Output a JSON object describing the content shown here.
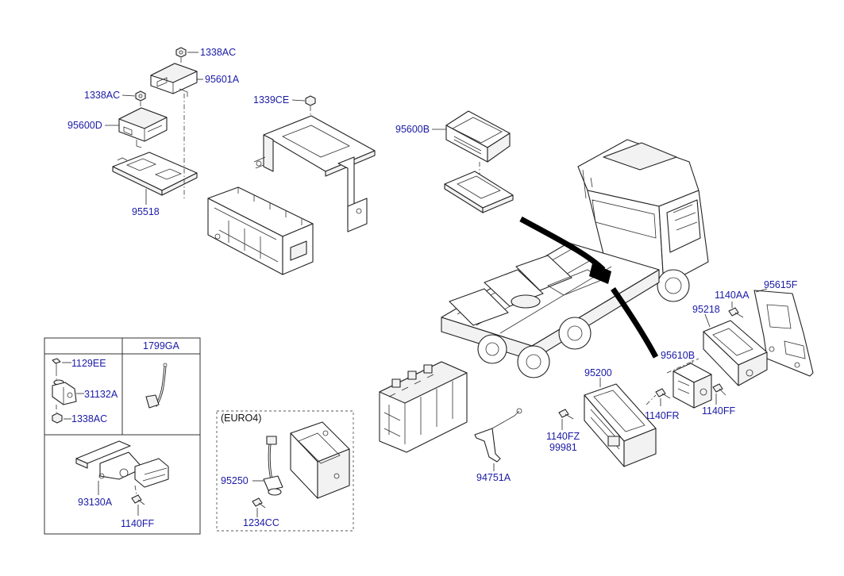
{
  "labels": {
    "p1338AC_top": "1338AC",
    "p95601A": "95601A",
    "p1338AC_mid": "1338AC",
    "p95600D": "95600D",
    "p95518": "95518",
    "p1339CE": "1339CE",
    "p95600B": "95600B",
    "p1140AA": "1140AA",
    "p95615F": "95615F",
    "p95218": "95218",
    "p95610B": "95610B",
    "p95200": "95200",
    "p1140FR": "1140FR",
    "p1140FF_right": "1140FF",
    "p1140FZ": "1140FZ",
    "p99981": "99981",
    "p94751A": "94751A",
    "p1799GA": "1799GA",
    "p1129EE": "1129EE",
    "p31132A": "31132A",
    "p1338AC_box": "1338AC",
    "p93130A": "93130A",
    "p1140FF_bottom": "1140FF",
    "euro4": "(EURO4)",
    "p95250": "95250",
    "p1234CC": "1234CC"
  },
  "colors": {
    "label": "#1a1aa6",
    "line": "#222222",
    "harness": "#000000"
  }
}
